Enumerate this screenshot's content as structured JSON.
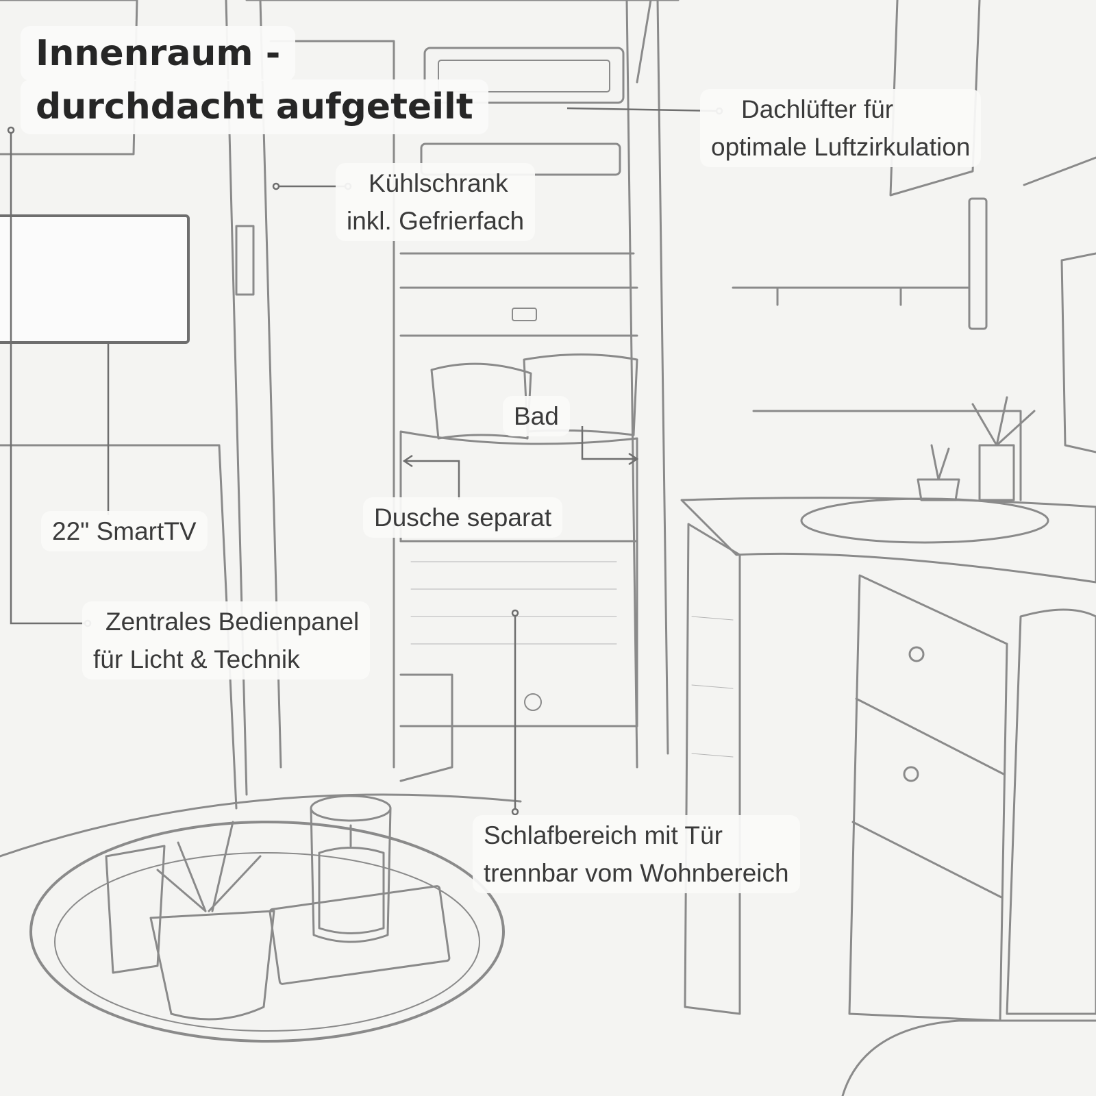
{
  "title": {
    "line1": "Innenraum -",
    "line2": "durchdacht aufgeteilt"
  },
  "annotations": {
    "roof_vent": {
      "line1": "Dachlüfter für",
      "line2": "optimale Luftzirkulation"
    },
    "fridge": {
      "line1": "Kühlschrank",
      "line2": "inkl. Gefrierfach"
    },
    "bathroom": {
      "line1": "Bad"
    },
    "shower": {
      "line1": "Dusche separat"
    },
    "tv": {
      "line1": "22\" SmartTV"
    },
    "control_panel": {
      "line1": "Zentrales Bedienpanel",
      "line2": "für Licht & Technik"
    },
    "sleeping_area": {
      "line1": "Schlafbereich mit Tür",
      "line2": "trennbar vom Wohnbereich"
    }
  },
  "colors": {
    "background": "#f4f4f2",
    "sketch_line": "#8a8a8a",
    "leader_line": "#6e6e6e",
    "text": "#3a3a3a",
    "title": "#262626"
  }
}
